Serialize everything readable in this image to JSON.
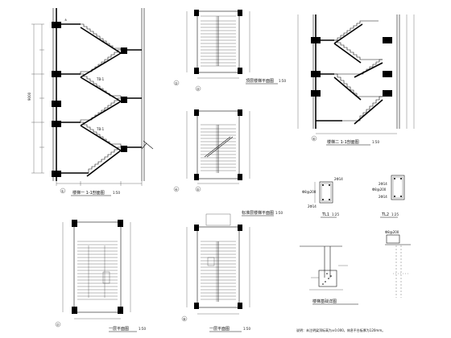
{
  "drawing": {
    "title_stair_section_a": "楼梯一 1-1剖面图",
    "scale_a": "1:50",
    "title_top_plan": "顶层楼梯平面图",
    "scale_top": "1:50",
    "title_std_plan": "标准层楼梯平面图",
    "scale_std": "1:50",
    "title_section_b": "楼梯二 1-1剖面图",
    "scale_b": "1:50",
    "title_first_plan_left": "一层平面图",
    "scale_first_left": "1:50",
    "title_first_plan_mid": "一层平面图",
    "scale_first_mid": "1:50",
    "title_tl1": "TL1",
    "scale_tl1": "1:25",
    "title_tl2": "TL2",
    "scale_tl2": "1:25",
    "title_foundation": "楼梯基础详图",
    "note_bottom": "说明：未注明梁顶标高为±0.000，休息平台板厚为120mm。",
    "rebar_tl1_top": "2Φ14",
    "rebar_tl1_side": "Φ8@200",
    "rebar_tl1_bottom": "2Φ14",
    "rebar_tl2_top": "2Φ14",
    "rebar_tl2_side": "Φ8@200",
    "rebar_tl2_bottom": "2Φ14",
    "rebar_foundation": "Φ8@200",
    "axis_marks": [
      "①",
      "②",
      "③",
      "④",
      "⑤",
      "⑥",
      "⑦",
      "⑧"
    ]
  }
}
